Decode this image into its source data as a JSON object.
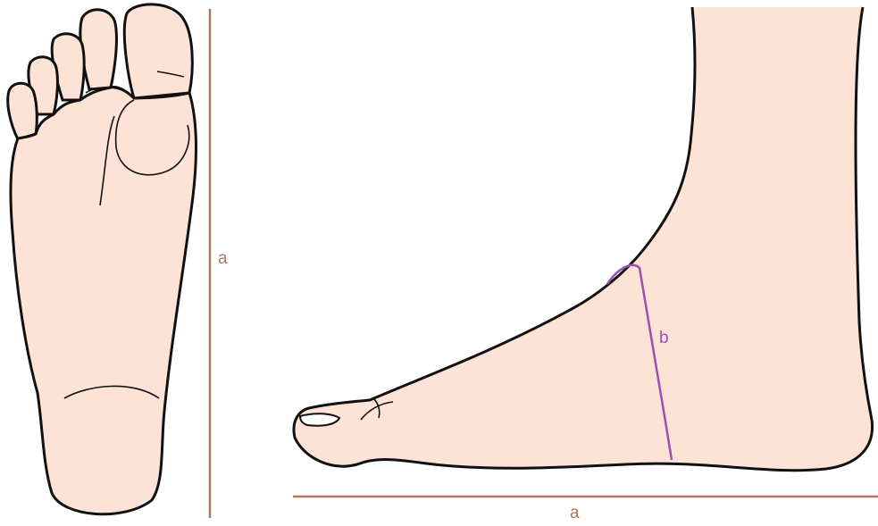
{
  "labels": {
    "length_vertical": "a",
    "length_horizontal": "a",
    "instep_girth": "b"
  },
  "colors": {
    "skin": "#fde3d6",
    "outline": "#111111",
    "measure_length": "#a9785a",
    "measure_girth": "#9b4fb0",
    "background": "#ffffff"
  }
}
